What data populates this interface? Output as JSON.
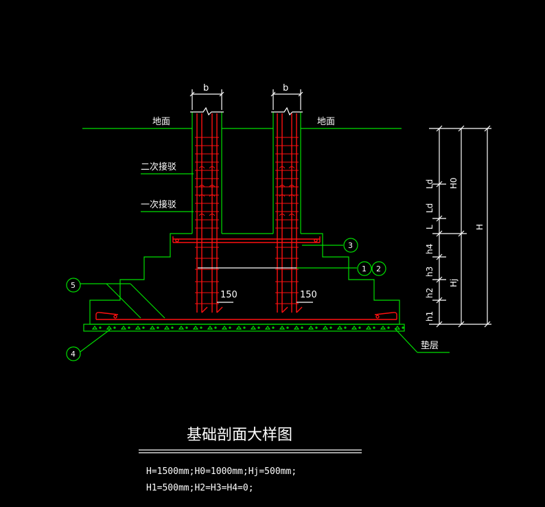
{
  "labels": {
    "ground_left": "地面",
    "ground_right": "地面",
    "second_splice": "二次接驳",
    "first_splice": "一次接驳",
    "cushion": "垫层",
    "b_left": "b",
    "b_right": "b",
    "dim_150_left": "150",
    "dim_150_right": "150"
  },
  "callouts": {
    "c1": "1",
    "c2": "2",
    "c3": "3",
    "c4": "4",
    "c5": "5"
  },
  "dims": {
    "Ld_top": "Ld",
    "Ld_mid": "Ld",
    "L": "L",
    "h4": "h4",
    "h3": "h3",
    "h2": "h2",
    "h1": "h1",
    "H0": "H0",
    "Hj": "Hj",
    "H": "H"
  },
  "title": "基础剖面大样图",
  "notes": {
    "line1": "H=1500mm;H0=1000mm;Hj=500mm;",
    "line2": "H1=500mm;H2=H3=H4=0;"
  }
}
